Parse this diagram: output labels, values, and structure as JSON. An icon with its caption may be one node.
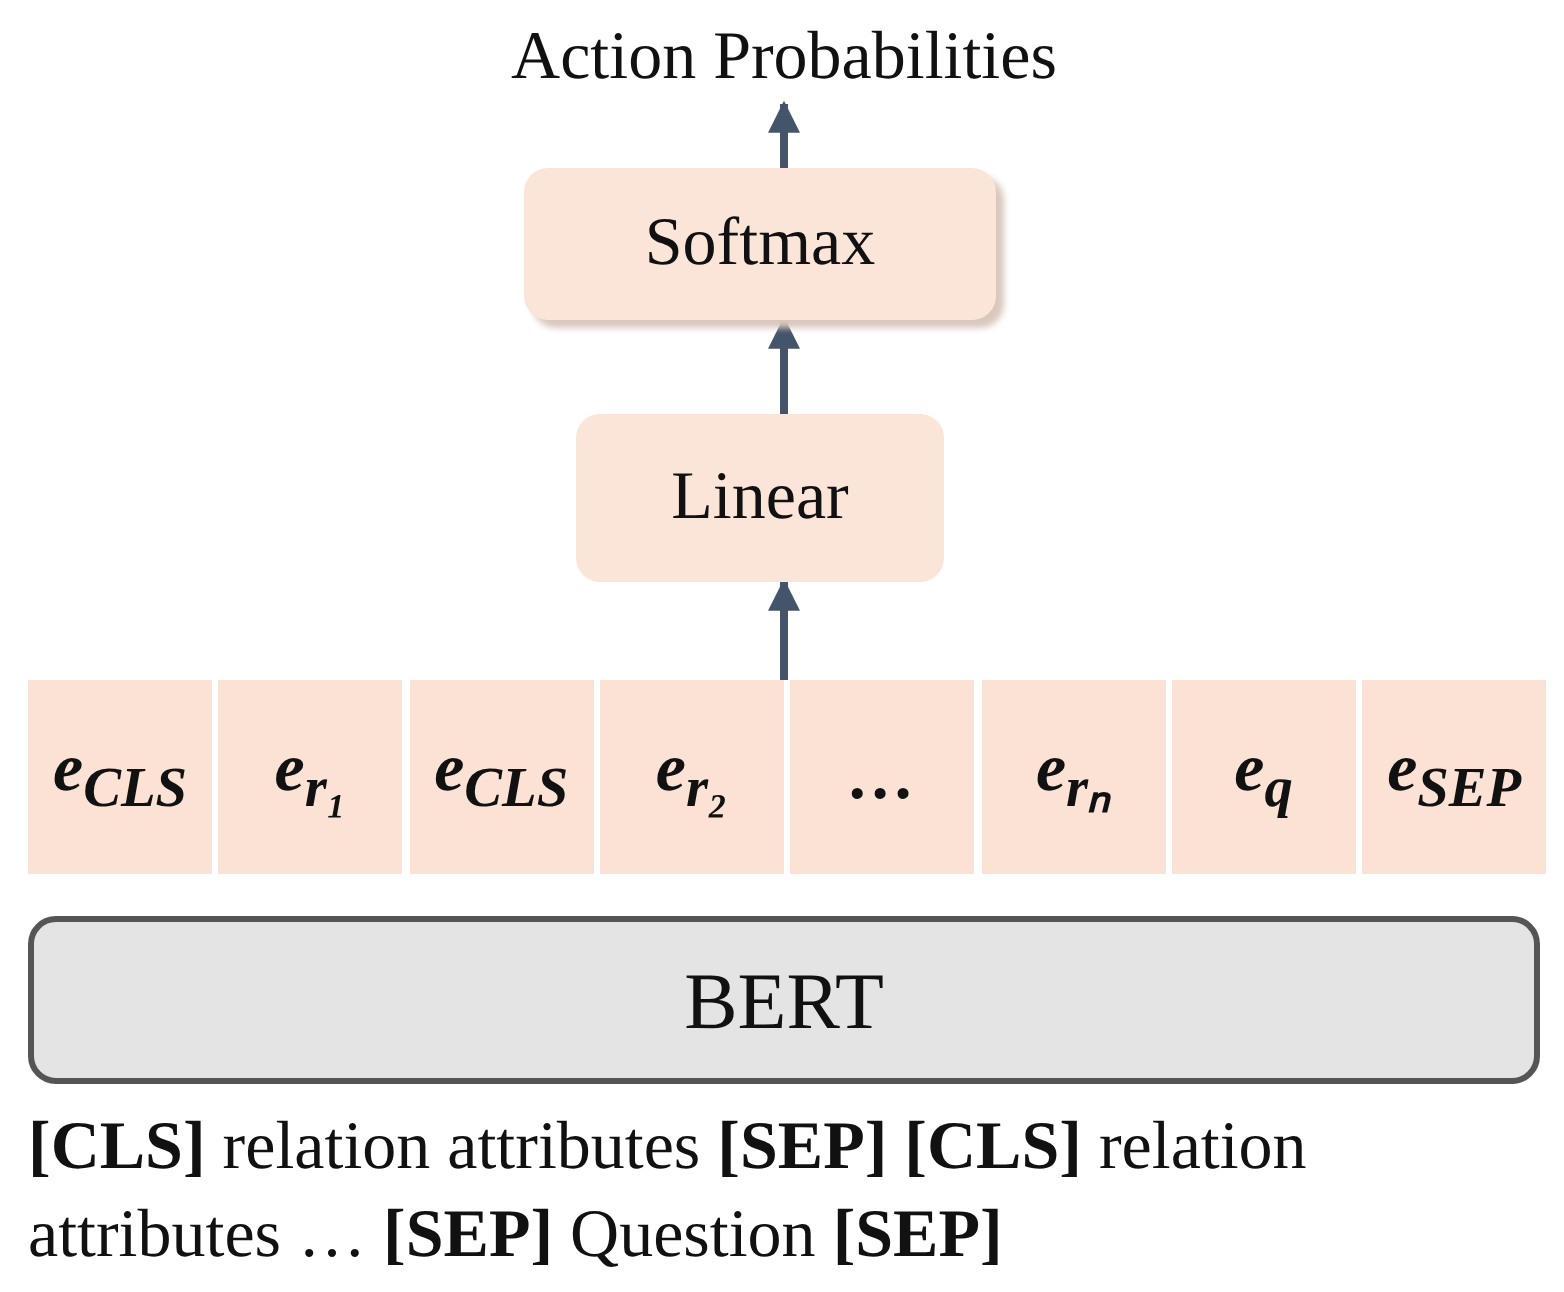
{
  "diagram": {
    "nodes": [
      {
        "text": [
          "Action Probabilities"
        ]
      },
      {
        "text": [
          "Softmax"
        ]
      },
      {
        "text": [
          "Linear"
        ]
      },
      {
        "text": [
          "e$_{CLS}$"
        ]
      },
      {
        "text": [
          "e$_{r₁}$"
        ]
      },
      {
        "text": [
          "e$_{CLS}$"
        ]
      },
      {
        "text": [
          "e$_{r₂}$"
        ]
      },
      {
        "text": [
          "…"
        ]
      },
      {
        "text": [
          "e$_{rₙ}$"
        ]
      },
      {
        "text": [
          "e$_{q}$"
        ]
      },
      {
        "text": [
          "e$_{SEP}$"
        ]
      },
      {
        "text": [
          "BERT"
        ]
      }
    ],
    "edges": [
      {
        "from": 1,
        "to": 0,
        "arrow": "to"
      },
      {
        "from": 2,
        "to": 1,
        "arrow": "to"
      },
      {
        "from": 7,
        "to": 2,
        "arrow": "to"
      }
    ],
    "labels": [
      "**[CLS]** relation attributes **[SEP]** **[CLS]** relation attributes … **[SEP]** Question **[SEP]**"
    ]
  }
}
